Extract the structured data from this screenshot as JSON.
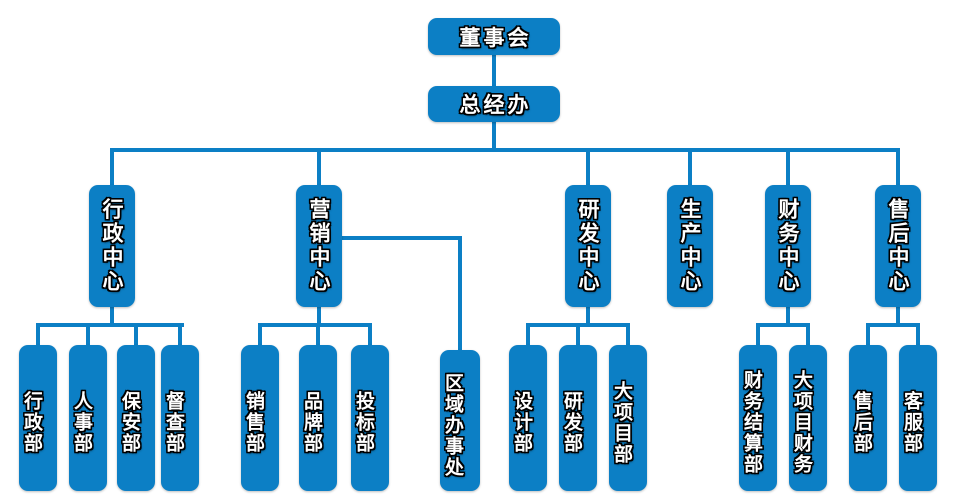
{
  "colors": {
    "node": "#0c7fc5",
    "line": "#0c7fc5",
    "text": "#ffffff",
    "text_outline": "#000000",
    "background": "#ffffff"
  },
  "nodes": {
    "board": "董事会",
    "office": "总经办"
  },
  "centers": [
    {
      "label": "行政中心",
      "children": [
        "行政部",
        "人事部",
        "保安部",
        "督查部"
      ]
    },
    {
      "label": "营销中心",
      "children": [
        "销售部",
        "品牌部",
        "投标部"
      ],
      "side_child": "区域办事处"
    },
    {
      "label": "研发中心",
      "children": [
        "设计部",
        "研发部",
        "大项目部"
      ]
    },
    {
      "label": "生产中心",
      "children": []
    },
    {
      "label": "财务中心",
      "children": [
        "财务结算部",
        "大项目财务"
      ]
    },
    {
      "label": "售后中心",
      "children": [
        "售后部",
        "客服部"
      ]
    }
  ]
}
